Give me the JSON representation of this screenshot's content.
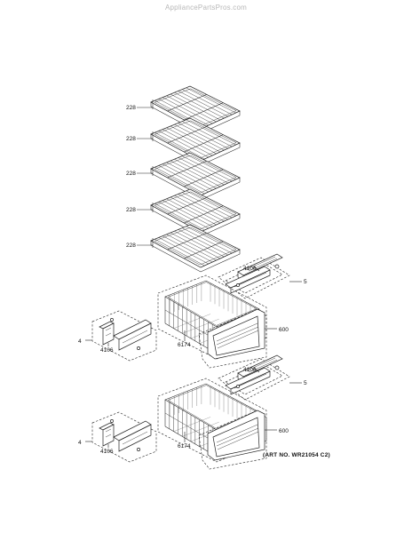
{
  "watermark": "AppliancePartsPros.com",
  "art_number": "(ART NO. WR21054 C2)",
  "callouts": {
    "shelf_1": "228",
    "shelf_2": "228",
    "shelf_3": "228",
    "shelf_4": "228",
    "shelf_5": "228",
    "rail_right_upper": "4106",
    "rail_set_upper": "5",
    "rail_left_upper": "4106",
    "rail_set_left_upper": "4",
    "basket_upper": "6174",
    "drawer_front_upper": "600",
    "rail_right_lower": "4106",
    "rail_set_lower": "5",
    "rail_left_lower": "4106",
    "rail_set_left_lower": "4",
    "basket_lower": "6174",
    "drawer_front_lower": "600"
  }
}
